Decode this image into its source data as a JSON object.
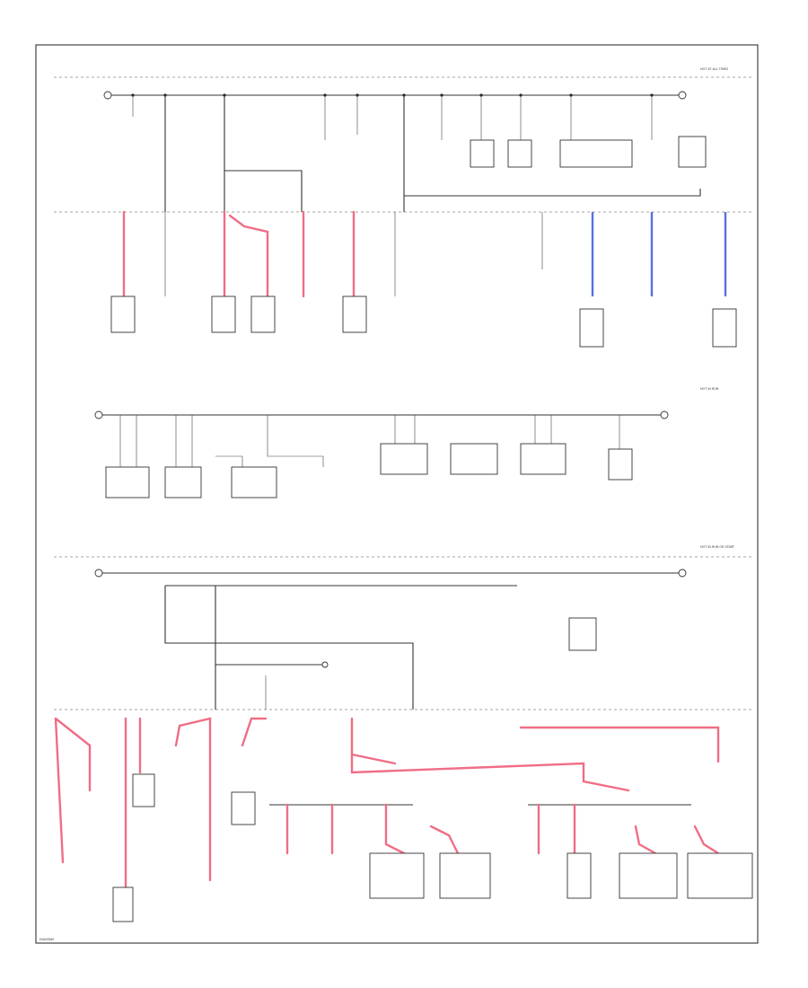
{
  "diagram": {
    "frame_label": "DIAGRAM",
    "bus_headers": [
      "HOT AT ALL TIMES",
      "HOT IN RUN",
      "HOT IN RUN OR START"
    ],
    "colors": {
      "line": "#333333",
      "pink_wire": "#f06d86",
      "blue_wire": "#5a6fe0",
      "background": "#ffffff"
    }
  }
}
